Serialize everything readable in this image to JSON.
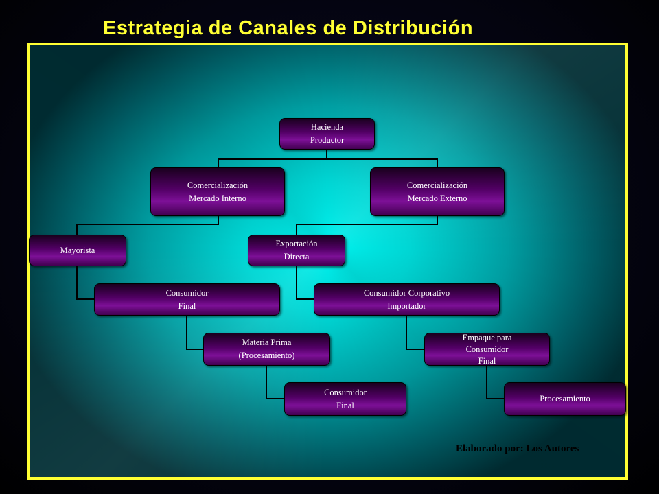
{
  "title": "Estrategia de Canales de Distribución",
  "credit": "Elaborado por: Los Autores",
  "nodes": {
    "hacienda": [
      "Hacienda",
      "Productor"
    ],
    "mercado_interno": [
      "Comercialización",
      "Mercado Interno"
    ],
    "mercado_externo": [
      "Comercialización",
      "Mercado Externo"
    ],
    "mayorista": [
      "Mayorista"
    ],
    "exportacion": [
      "Exportación",
      "Directa"
    ],
    "consumidor_final_1": [
      "Consumidor",
      "Final"
    ],
    "consumidor_corporativo": [
      "Consumidor Corporativo",
      "Importador"
    ],
    "materia_prima": [
      "Materia Prima",
      "(Procesamiento)"
    ],
    "empaque": [
      "Empaque para",
      "Consumidor",
      "Final"
    ],
    "consumidor_final_2": [
      "Consumidor",
      "Final"
    ],
    "procesamiento": [
      "Procesamiento"
    ]
  },
  "colors": {
    "title": "#ffff33",
    "frame_border": "#ffff33",
    "background_center": "#00f2ee",
    "node_fill": "#520065",
    "node_text": "#ffffff",
    "connector": "#000000"
  }
}
